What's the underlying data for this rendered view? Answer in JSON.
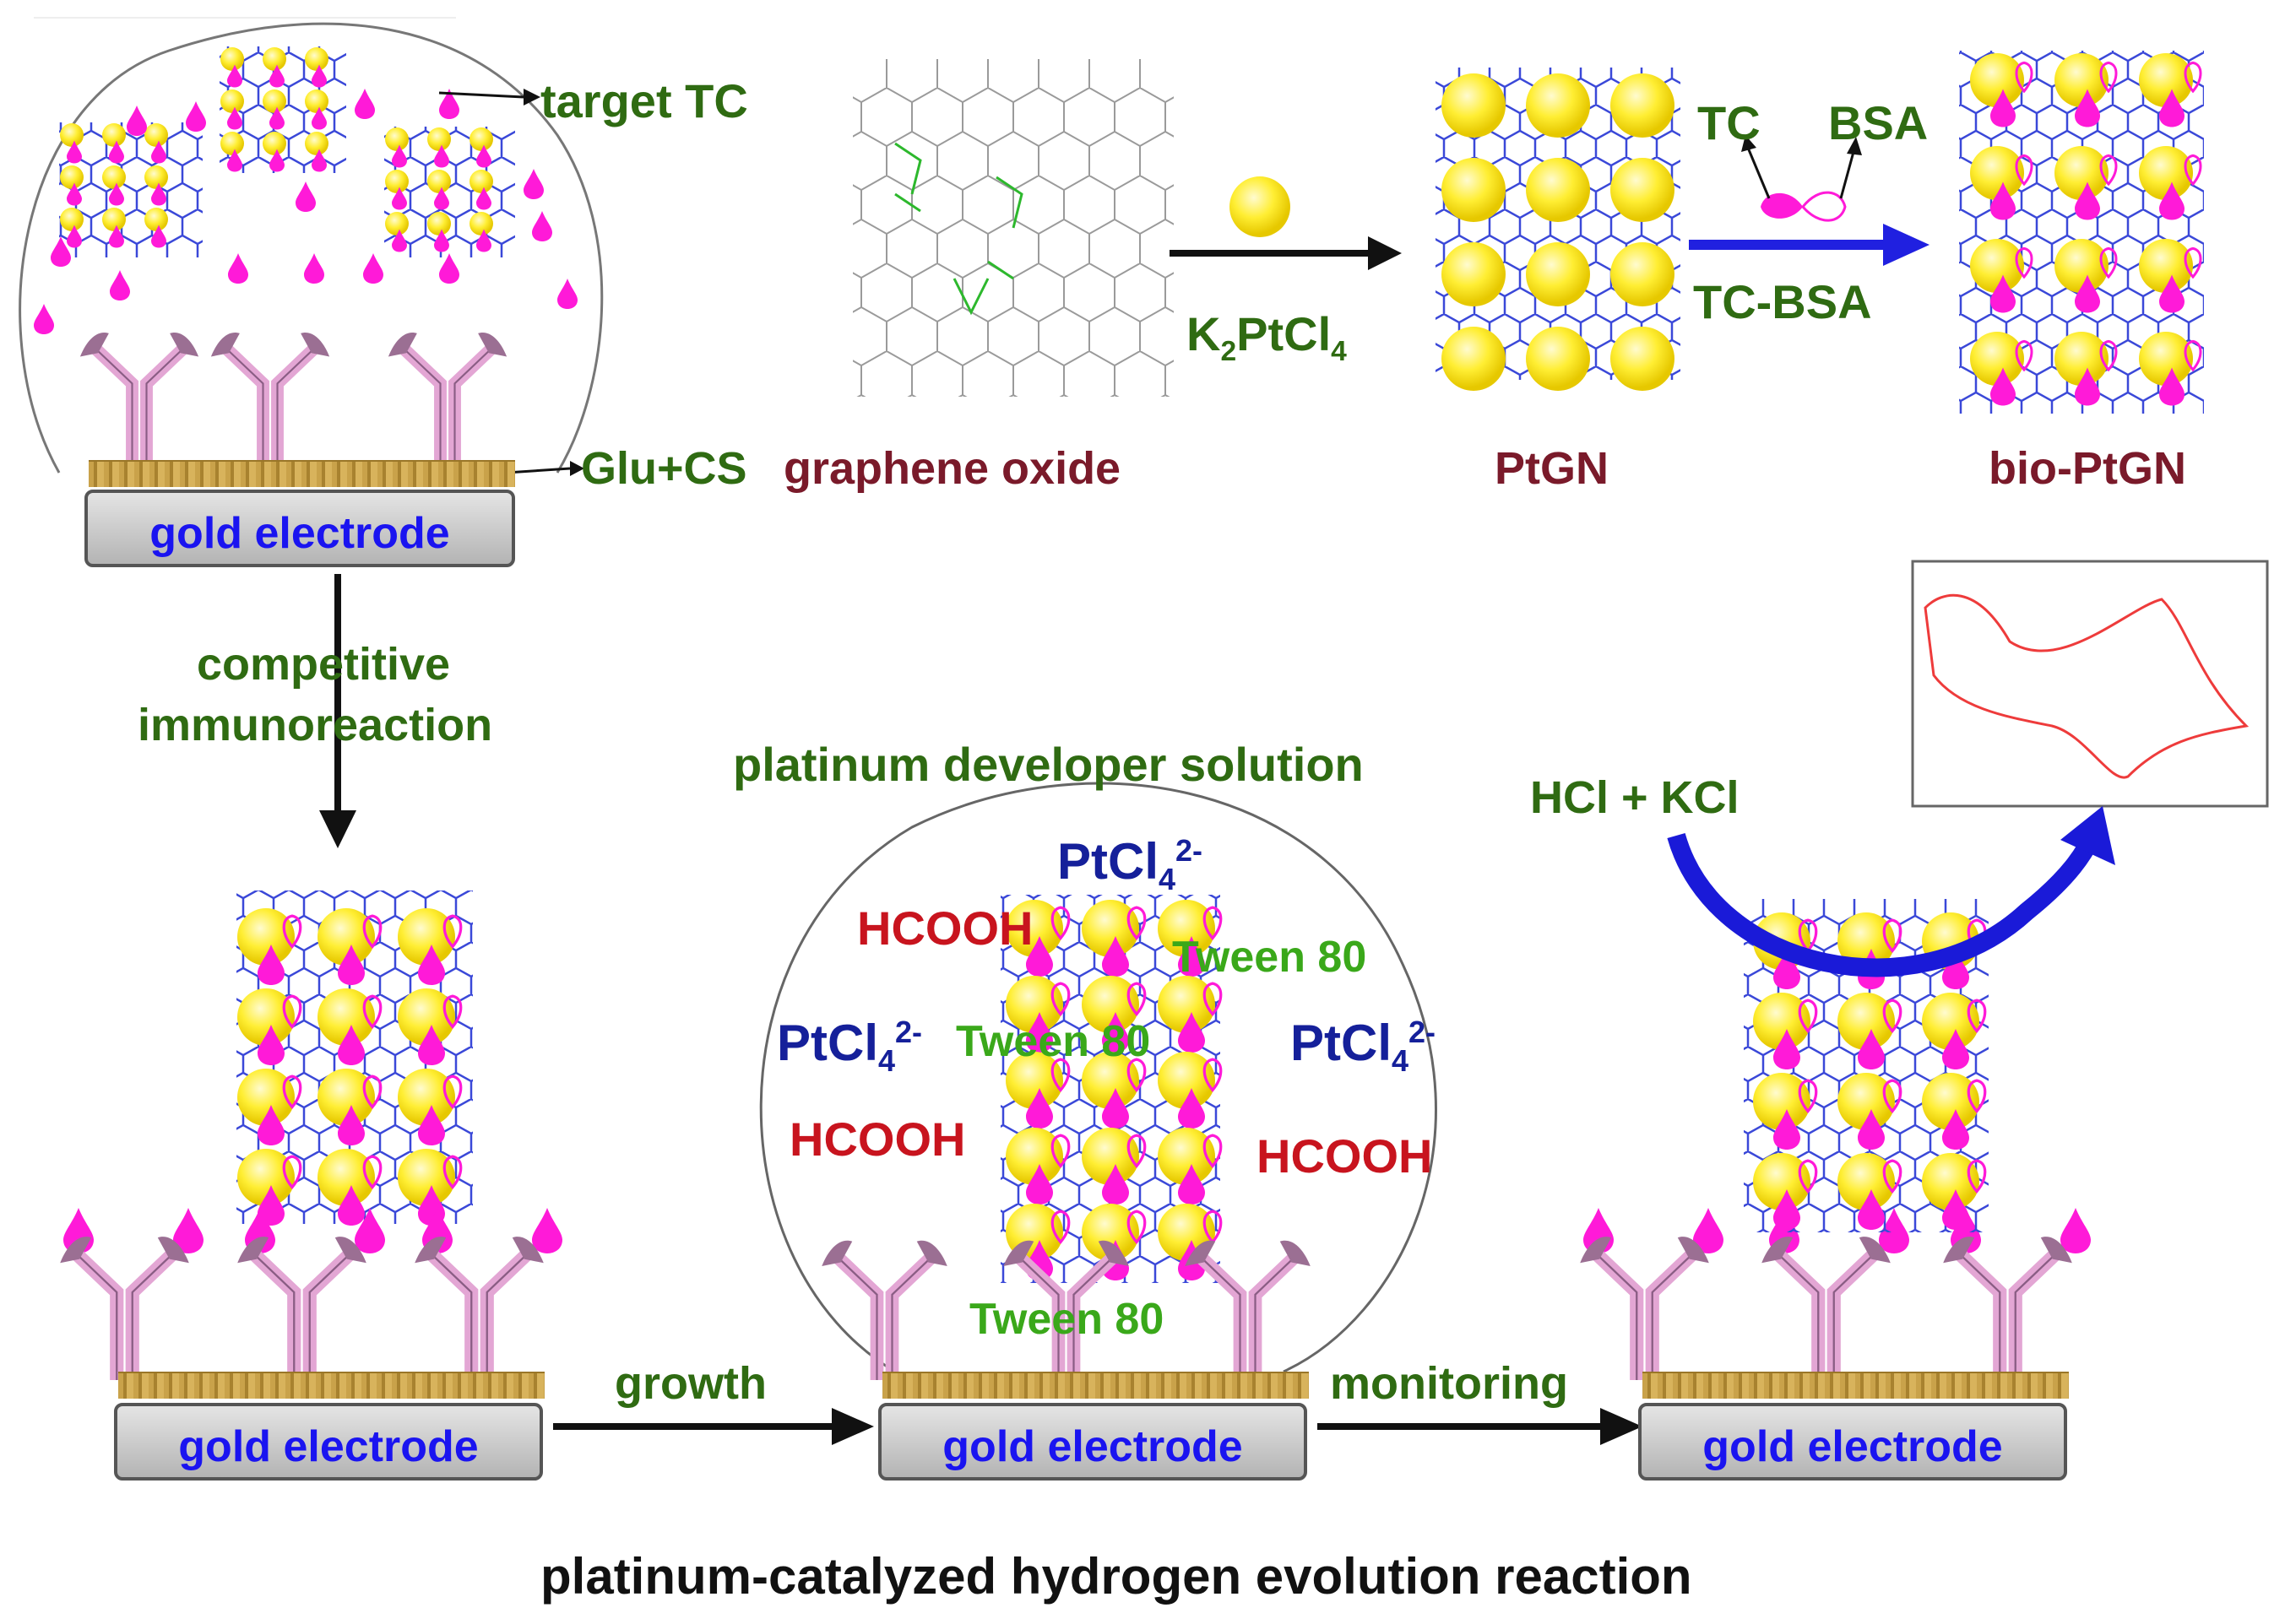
{
  "labels": {
    "target_tc": "target TC",
    "glu_cs": "Glu+CS",
    "graphene_oxide": "graphene oxide",
    "k2ptcl4": "K",
    "k2ptcl4_sub": "2",
    "k2ptcl4_rest": "PtCl",
    "k2ptcl4_sub2": "4",
    "ptgn": "PtGN",
    "tc": "TC",
    "bsa": "BSA",
    "tc_bsa": "TC-BSA",
    "bio_ptgn": "bio-PtGN",
    "competitive_line1": "competitive",
    "competitive_line2": "immunoreaction",
    "developer_solution": "platinum developer solution",
    "ptcl_base": "PtCl",
    "ptcl_sub": "4",
    "ptcl_sup": "2-",
    "hcooh": "HCOOH",
    "tween": "Tween 80",
    "hcl_kcl": "HCl + KCl",
    "growth": "growth",
    "monitoring": "monitoring",
    "footer": "platinum-catalyzed hydrogen evolution reaction"
  },
  "electrode_label": "gold electrode",
  "colors": {
    "green_text": "#2f6b12",
    "red_text": "#c8141e",
    "navy_text": "#15209a",
    "blue_text": "#1a14f0",
    "magenta": "#ff1ad8",
    "yellow": "#ffee33",
    "antibody": "#e3a6d4",
    "gold": "#c9a24a",
    "blue_arrow": "#2020e0",
    "cv_curve": "#ee3b3b"
  }
}
